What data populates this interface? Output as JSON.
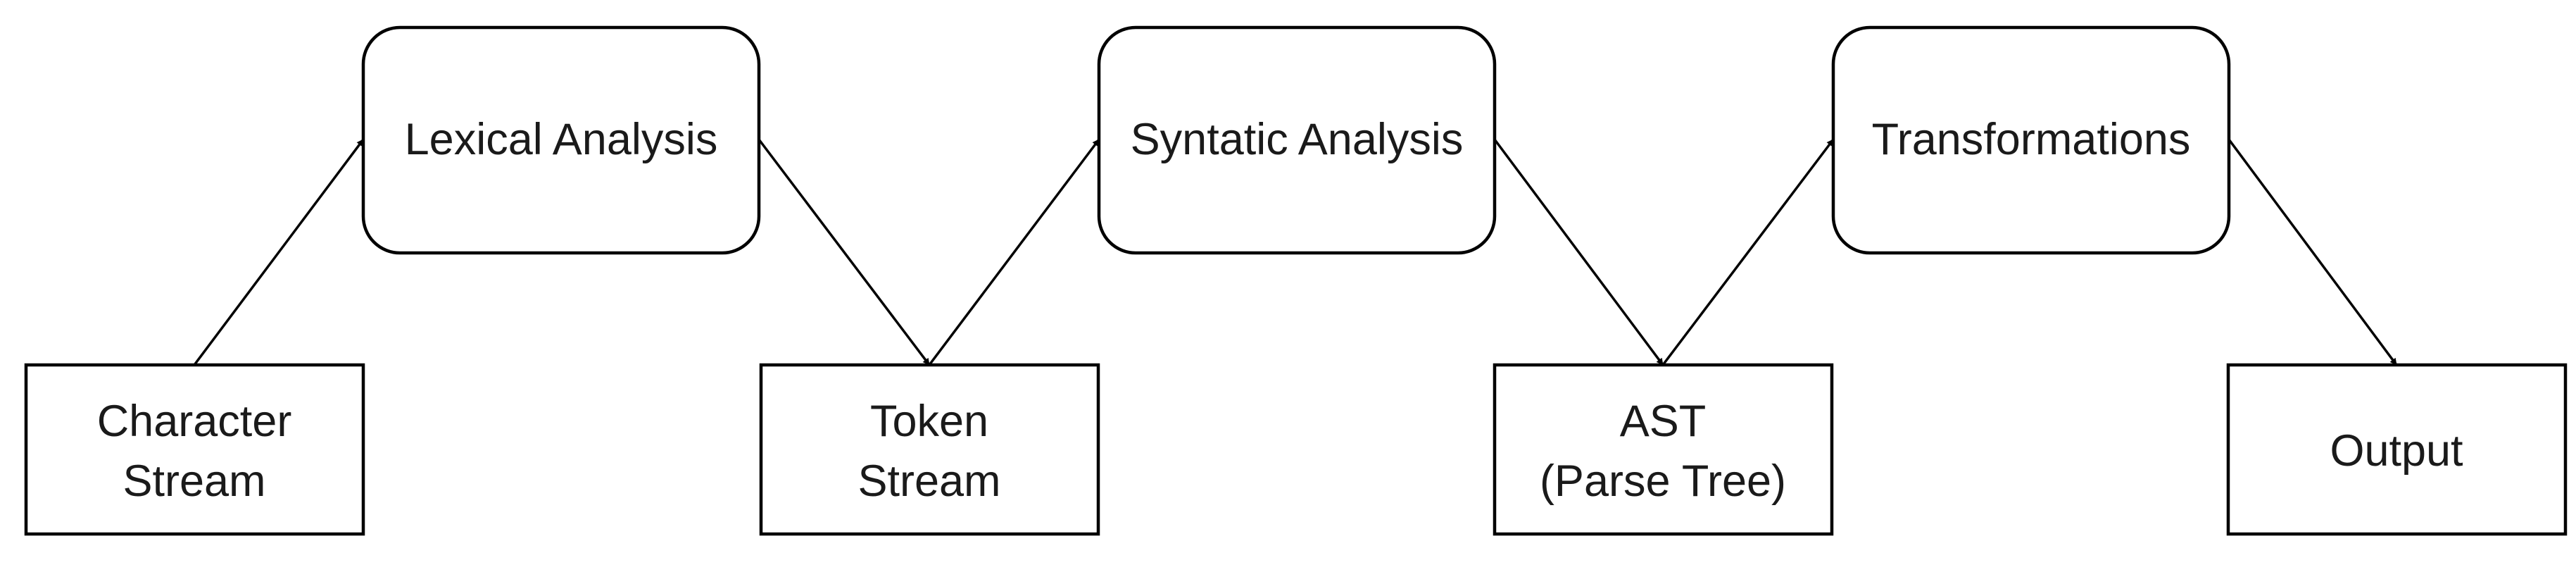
{
  "process_nodes": [
    {
      "id": "lexical",
      "label": "Lexical Analysis"
    },
    {
      "id": "syntactic",
      "label": "Syntatic Analysis"
    },
    {
      "id": "transform",
      "label": "Transformations"
    }
  ],
  "data_nodes": [
    {
      "id": "chars",
      "lines": [
        "Character",
        "Stream"
      ]
    },
    {
      "id": "tokens",
      "lines": [
        "Token",
        "Stream"
      ]
    },
    {
      "id": "ast",
      "lines": [
        "AST",
        "(Parse Tree)"
      ]
    },
    {
      "id": "output",
      "lines": [
        "Output"
      ]
    }
  ],
  "edges": [
    {
      "from": "chars",
      "to": "lexical"
    },
    {
      "from": "lexical",
      "to": "tokens"
    },
    {
      "from": "tokens",
      "to": "syntactic"
    },
    {
      "from": "syntactic",
      "to": "ast"
    },
    {
      "from": "ast",
      "to": "transform"
    },
    {
      "from": "transform",
      "to": "output"
    }
  ]
}
